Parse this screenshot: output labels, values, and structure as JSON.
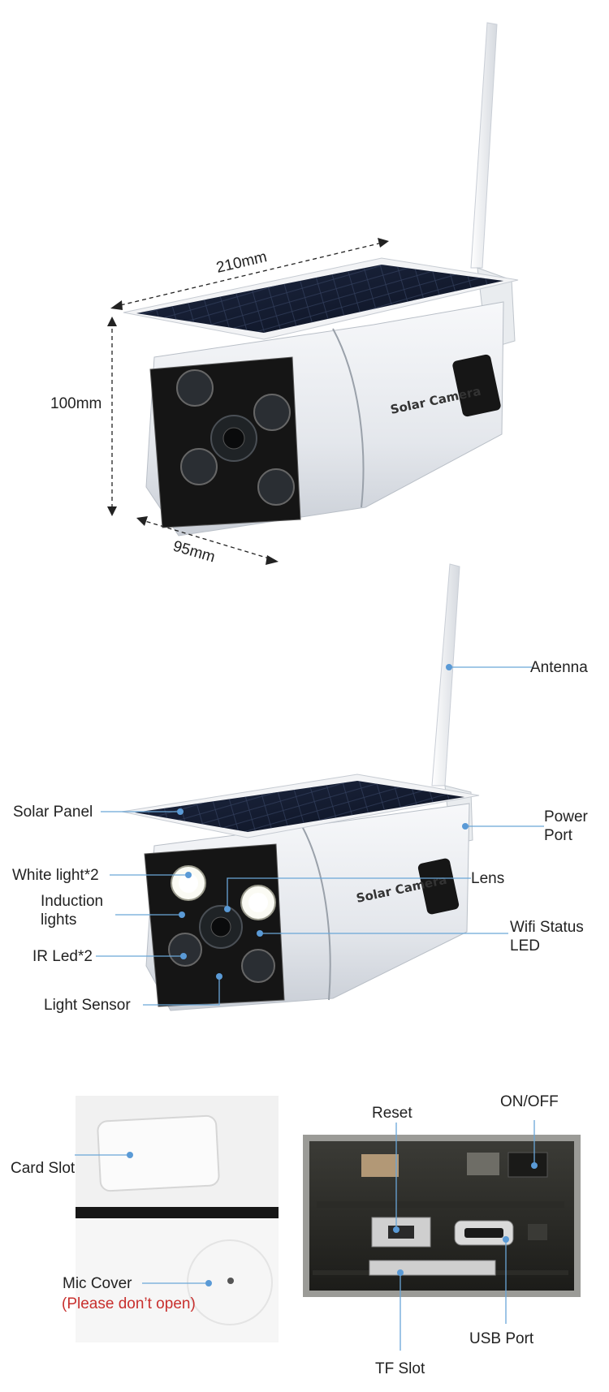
{
  "dimensions": {
    "width": "210mm",
    "height": "100mm",
    "depth": "95mm"
  },
  "brand_label": "Solar Camera",
  "parts": {
    "antenna": "Antenna",
    "solar_panel": "Solar Panel",
    "power_port_1": "Power",
    "power_port_2": "Port",
    "white_light": "White light*2",
    "lens": "Lens",
    "induction_1": "Induction",
    "induction_2": "lights",
    "wifi_1": "Wifi Status",
    "wifi_2": "LED",
    "ir_led": "IR Led*2",
    "light_sensor": "Light Sensor"
  },
  "bottom": {
    "card_slot": "Card Slot",
    "mic_cover": "Mic Cover",
    "mic_warning": "(Please don’t open)",
    "reset": "Reset",
    "on_off": "ON/OFF",
    "usb_port": "USB Port",
    "tf_slot": "TF Slot"
  },
  "colors": {
    "leader_line": "#6aa6d8",
    "warning_text": "#c8302e"
  }
}
